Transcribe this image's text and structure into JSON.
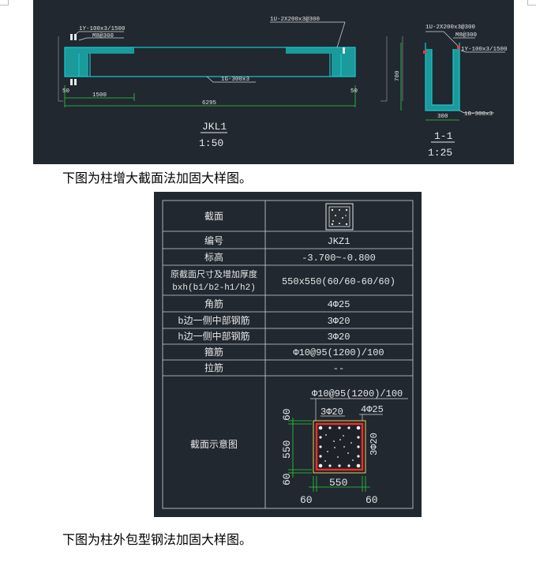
{
  "drawing1": {
    "labels": {
      "bar_top_left": "1Y-100x3/1500",
      "anchor_left": "M8@300",
      "top_center": "1U-2X200x3@300",
      "bottom_center": "1G-300x3",
      "dim_50_left": "50",
      "dim_50_right": "50",
      "dim_1500": "1500",
      "dim_6295": "6295",
      "title": "JKL1",
      "scale": "1:50"
    },
    "section": {
      "top_label": "1U-2X200x3@300",
      "anchor": "M8@300",
      "side_label": "1Y-100x3/1500",
      "bottom_label": "1G-300x3",
      "height": "700",
      "width": "300",
      "title": "1-1",
      "scale": "1:25"
    }
  },
  "caption1": "下图为柱增大截面法加固大样图。",
  "table": {
    "rows": [
      {
        "label": "截面",
        "value": ""
      },
      {
        "label": "编号",
        "value": "JKZ1"
      },
      {
        "label": "标高",
        "value": "-3.700~-0.800"
      },
      {
        "label": "原截面尺寸及增加厚度",
        "label2": "bxh(b1/b2-h1/h2)",
        "value": "550x550(60/60-60/60)"
      },
      {
        "label": "角筋",
        "value": "4Φ25"
      },
      {
        "label": "b边一侧中部钢筋",
        "value": "3Φ20"
      },
      {
        "label": "h边一侧中部钢筋",
        "value": "3Φ20"
      },
      {
        "label": "箍筋",
        "value": "Φ10@95(1200)/100"
      },
      {
        "label": "拉筋",
        "value": "--"
      },
      {
        "label": "截面示意图",
        "value": ""
      }
    ],
    "diagram": {
      "stirrup": "Φ10@95(1200)/100",
      "top_bars": "3Φ20",
      "corner_bars": "4Φ25",
      "side_bars": "3Φ20",
      "dim_60_top": "60",
      "dim_550_left": "550",
      "dim_60_bottom": "60",
      "dim_550_bottom": "550",
      "dim_60_bl": "60",
      "dim_60_br": "60"
    }
  },
  "caption2": "下图为柱外包型钢法加固大样图。"
}
